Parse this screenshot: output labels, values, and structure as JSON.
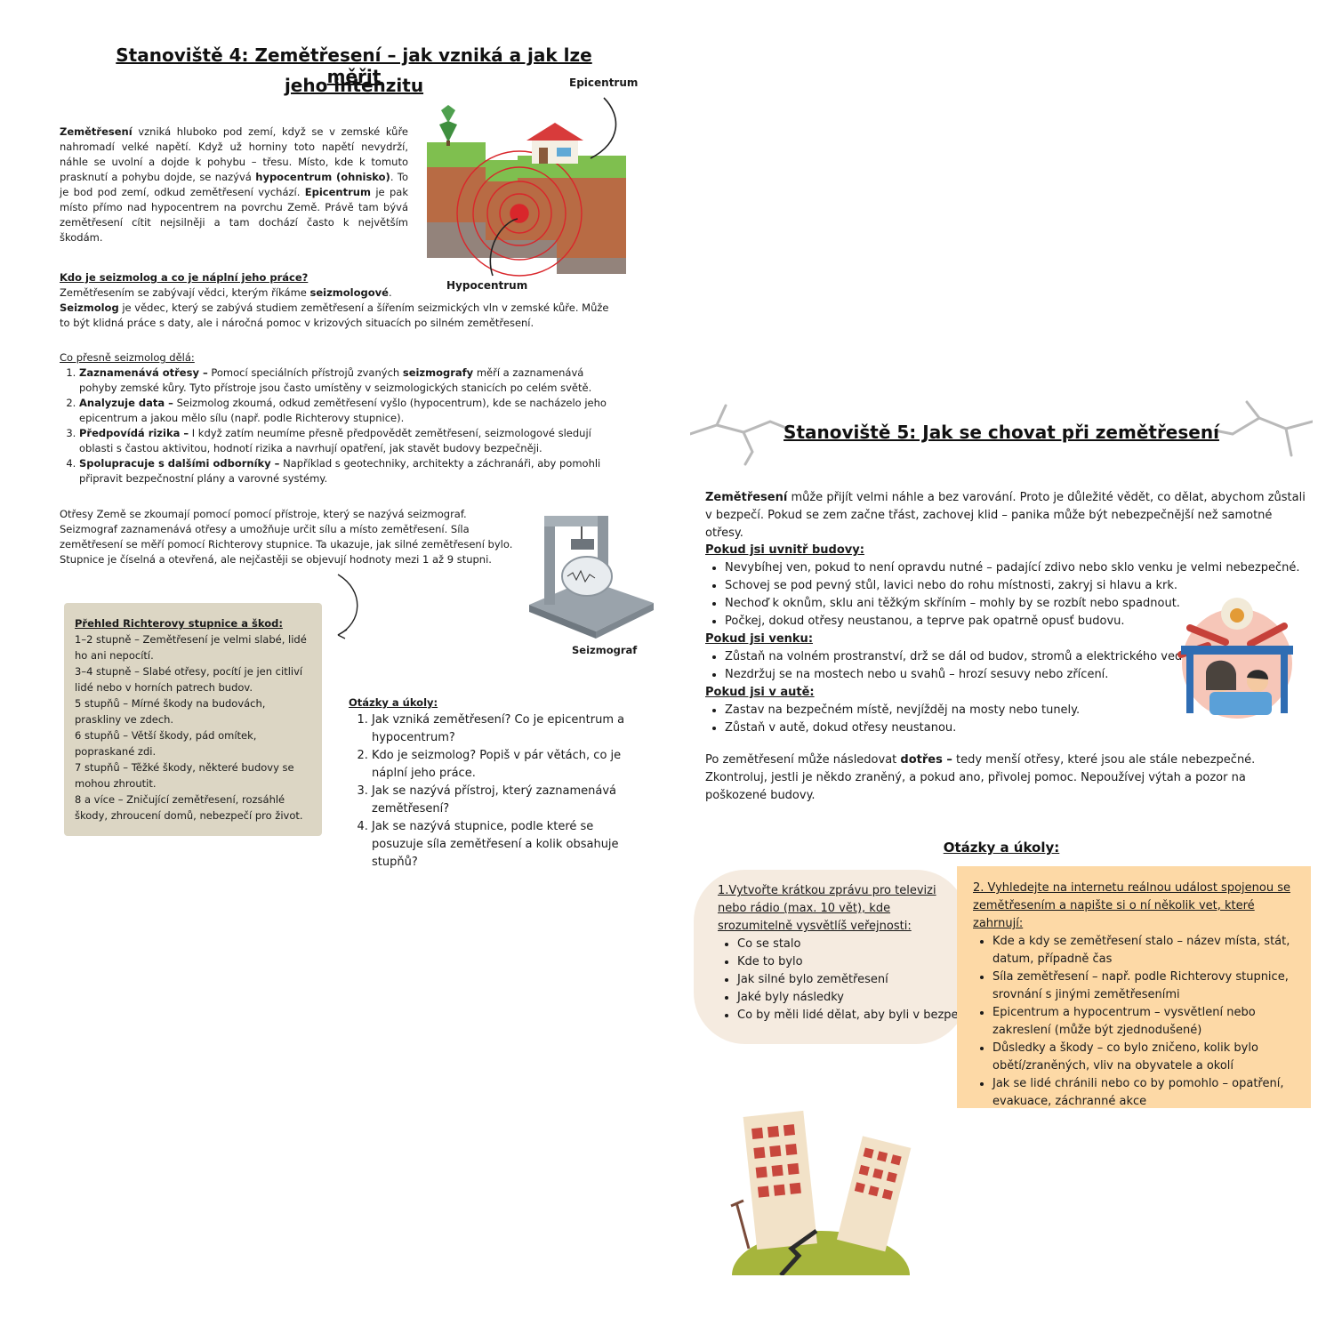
{
  "left": {
    "title_line1": "Stanoviště 4:  Zemětřesení – jak vzniká a jak lze měřit",
    "title_line2": "jeho intenzitu",
    "label_epicentrum": "Epicentrum",
    "label_hypocentrum": "Hypocentrum",
    "label_seizmograf": "Seizmograf",
    "intro": {
      "t1": "Zemětřesení",
      "t2": " vzniká hluboko pod zemí, když se v zemské kůře nahromadí velké napětí. Když už horniny toto napětí nevydrží, náhle se uvolní a dojde k pohybu – třesu. Místo, kde k tomuto prasknutí a pohybu dojde, se nazývá ",
      "t3": "hypocentrum (ohnisko)",
      "t4": ". To je bod pod zemí, odkud zemětřesení vychází. ",
      "t5": "Epicentrum",
      "t6": " je pak místo přímo nad hypocentrem na povrchu Země. Právě tam bývá zemětřesení cítit nejsilněji a tam dochází často k největším škodám."
    },
    "seismolog": {
      "heading": "Kdo je seizmolog a co je náplní jeho práce?",
      "l1a": "Zemětřesením se zabývají vědci, kterým říkáme ",
      "l1b": "seizmologové",
      "l1c": ".",
      "l2a": "Seizmolog",
      "l2b": " je vědec, který se zabývá studiem zemětřesení a šířením seizmických vln v zemské kůře. Může to být klidná práce s daty, ale i náročná pomoc v krizových situacích po silném zemětřesení."
    },
    "duties": {
      "heading": "Co přesně seizmolog dělá:",
      "items": [
        {
          "b": "Zaznamenává otřesy –",
          "t": " Pomocí speciálních přístrojů zvaných ",
          "b2": "seizmografy",
          "t2": " měří a zaznamenává pohyby zemské kůry. Tyto přístroje jsou často umístěny v seizmologických stanicích po celém světě."
        },
        {
          "b": "Analyzuje data –",
          "t": " Seizmolog zkoumá, odkud zemětřesení vyšlo (hypocentrum), kde se nacházelo jeho epicentrum a jakou mělo sílu (např. podle Richterovy stupnice).",
          "b2": "",
          "t2": ""
        },
        {
          "b": "Předpovídá rizika –",
          "t": " I když zatím neumíme přesně předpovědět zemětřesení, seizmologové sledují oblasti s častou aktivitou, hodnotí rizika a navrhují opatření, jak stavět budovy bezpečněji.",
          "b2": "",
          "t2": ""
        },
        {
          "b": "Spolupracuje s dalšími odborníky –",
          "t": " Například s geotechniky, architekty a záchranáři, aby pomohli připravit bezpečnostní plány a varovné systémy.",
          "b2": "",
          "t2": ""
        }
      ]
    },
    "seismograph_text": "Otřesy Země se zkoumají pomocí pomocí přístroje, který se nazývá seizmograf. Seizmograf zaznamenává otřesy a umožňuje určit sílu a místo zemětřesení. Síla zemětřesení se měří pomocí Richterovy stupnice. Ta ukazuje, jak silné zemětřesení bylo. Stupnice je číselná a otevřená, ale nejčastěji se objevují hodnoty mezi 1 až 9 stupni.",
    "richter": {
      "heading": "Přehled Richterovy stupnice a škod:",
      "lines": [
        "1–2 stupně – Zemětřesení je velmi slabé, lidé ho ani nepocítí.",
        "3–4 stupně – Slabé otřesy, pocítí je jen citliví lidé nebo v horních patrech budov.",
        "5 stupňů – Mírné škody na budovách, praskliny ve zdech.",
        "6 stupňů – Větší škody, pád omítek, popraskané zdi.",
        "7 stupňů – Těžké škody, některé budovy se mohou zhroutit.",
        "8 a více – Zničující zemětřesení, rozsáhlé škody, zhroucení domů, nebezpečí pro život."
      ]
    },
    "questions": {
      "heading": "Otázky a úkoly:",
      "items": [
        "Jak vzniká zemětřesení? Co je epicentrum a hypocentrum?",
        "Kdo je seizmolog? Popiš v pár větách, co je náplní jeho práce.",
        "Jak se nazývá přístroj, který zaznamenává zemětřesení?",
        "Jak se nazývá stupnice, podle které se posuzuje síla zemětřesení a kolik obsahuje stupňů?"
      ]
    }
  },
  "right": {
    "title": "Stanoviště 5:  Jak se chovat při zemětřesení",
    "intro_b": "Zemětřesení",
    "intro_t": " může přijít velmi náhle a bez varování. Proto je důležité vědět, co dělat, abychom zůstali v bezpečí. Pokud se zem začne třást, zachovej klid – panika může být nebezpečnější než samotné otřesy.",
    "inside": {
      "heading": "Pokud jsi uvnitř budovy:",
      "items": [
        "Nevybíhej ven, pokud to není opravdu nutné – padající zdivo nebo sklo venku je velmi nebezpečné.",
        "Schovej se pod pevný stůl, lavici nebo do rohu místnosti, zakryj si hlavu a krk.",
        "Nechoď k oknům, sklu ani těžkým skříním – mohly by se rozbít nebo spadnout.",
        "Počkej, dokud otřesy neustanou, a teprve pak opatrně opusť budovu."
      ]
    },
    "outside": {
      "heading": "Pokud jsi venku:",
      "items": [
        "Zůstaň na volném prostranství, drž se dál od budov, stromů a elektrického vedení.",
        "Nezdržuj se na mostech nebo u svahů – hrozí sesuvy nebo zřícení."
      ]
    },
    "car": {
      "heading": "Pokud jsi v autě:",
      "items": [
        "Zastav na bezpečném místě, nevjížděj na mosty nebo tunely.",
        "Zůstaň v autě, dokud otřesy neustanou."
      ]
    },
    "after_a": "Po zemětřesení může následovat ",
    "after_b": "dotřes –",
    "after_c": " tedy menší otřesy, které jsou ale stále nebezpečné. Zkontroluj, jestli je někdo zraněný, a pokud ano, přivolej pomoc. Nepoužívej výtah a pozor na poškozené budovy.",
    "questions_heading": "Otázky a úkoly:",
    "task1": {
      "heading": "1.Vytvořte krátkou zprávu pro televizi nebo rádio (max. 10 vět), kde srozumitelně vysvětlíš veřejnosti:",
      "items": [
        "Co se stalo",
        "Kde to bylo",
        "Jak silné bylo zemětřesení",
        "Jaké byly následky",
        "Co by měli lidé dělat, aby byli v bezpečí"
      ]
    },
    "task2": {
      "heading": " 2. Vyhledejte na internetu reálnou událost spojenou se zemětřesením a napište si o ní několik vet, které zahrnují:",
      "items": [
        "Kde a kdy se zemětřesení stalo – název místa, stát, datum, případně čas",
        "Síla zemětřesení – např. podle Richterovy stupnice, srovnání s jinými zemětřeseními",
        "Epicentrum a hypocentrum – vysvětlení nebo zakreslení (může být zjednodušené)",
        "Důsledky a škody – co bylo zničeno, kolik bylo obětí/zraněných, vliv na obyvatele a okolí",
        "Jak se lidé chránili nebo co by pomohlo – opatření, evakuace, záchranné akce"
      ]
    }
  }
}
